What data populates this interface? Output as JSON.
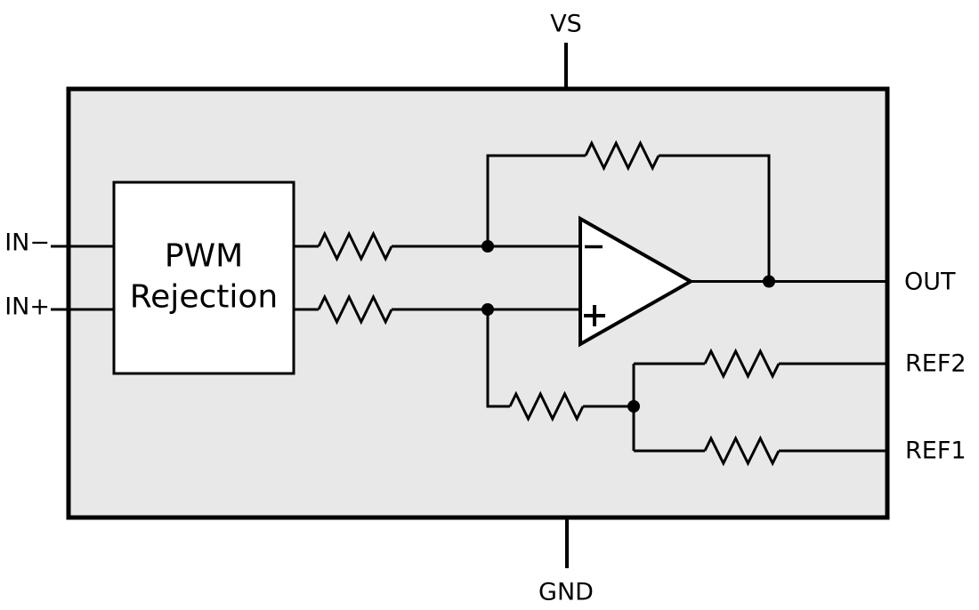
{
  "pins": {
    "vs": "VS",
    "gnd": "GND",
    "in_minus": "IN−",
    "in_plus": "IN+",
    "out": "OUT",
    "ref2": "REF2",
    "ref1": "REF1"
  },
  "block": {
    "line1": "PWM",
    "line2": "Rejection"
  },
  "opamp": {
    "inverting_marker": "minus-icon",
    "noninverting_marker": "plus-icon"
  },
  "components": {
    "resistor_count": 6,
    "junction_count": 4
  },
  "colors": {
    "background": "#ffffff",
    "ic_fill": "#e8e8e8",
    "block_fill": "#ffffff",
    "line": "#000000",
    "text": "#000000"
  }
}
